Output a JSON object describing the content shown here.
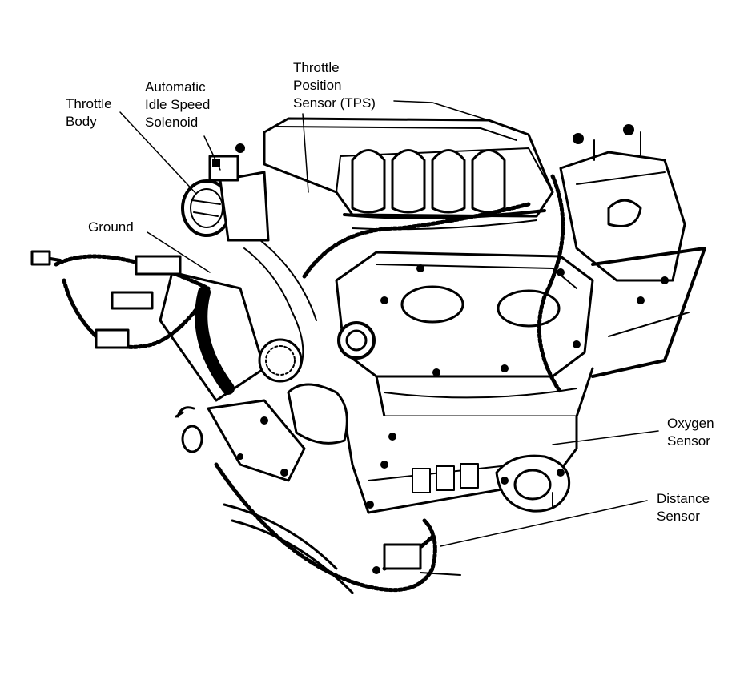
{
  "labels": {
    "throttle_body": [
      "Throttle",
      "Body"
    ],
    "idle_speed_solenoid": [
      "Automatic",
      "Idle Speed",
      "Solenoid"
    ],
    "tps": [
      "Throttle",
      "Position",
      "Sensor (TPS)"
    ],
    "ground": [
      "Ground"
    ],
    "oxygen_sensor": [
      "Oxygen",
      "Sensor"
    ],
    "distance_sensor": [
      "Distance",
      "Sensor"
    ]
  }
}
